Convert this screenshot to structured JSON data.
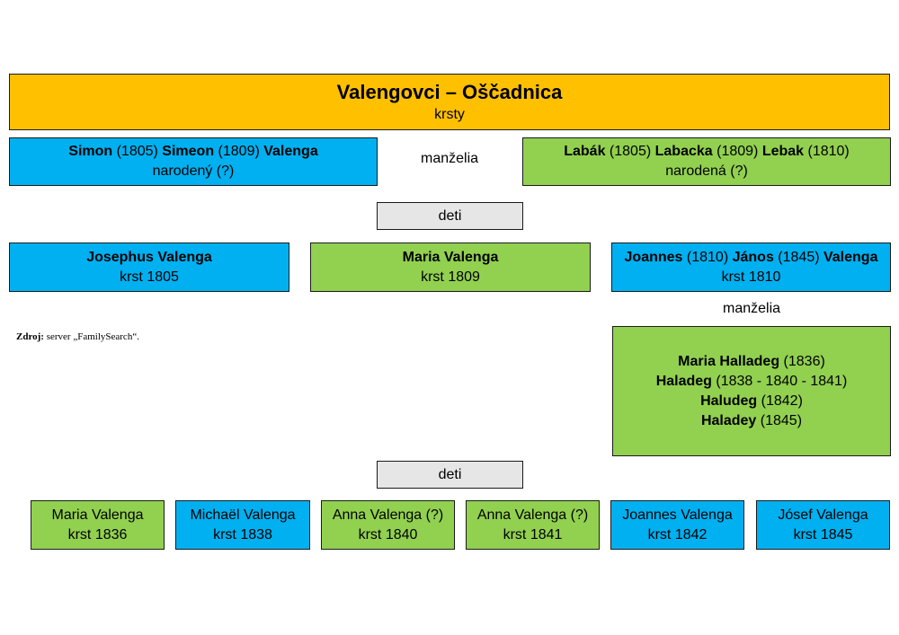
{
  "header": {
    "title": "Valengovci – Oščadnica",
    "subtitle": "krsty"
  },
  "parents": {
    "father": {
      "parts": [
        {
          "t": "Simon",
          "b": true
        },
        {
          "t": " (1805) ",
          "b": false
        },
        {
          "t": "Simeon",
          "b": true
        },
        {
          "t": " (1809) ",
          "b": false
        },
        {
          "t": "Valenga",
          "b": true
        }
      ],
      "note": "narodený (?)"
    },
    "spouses_label": "manželia",
    "mother": {
      "parts": [
        {
          "t": "Labák",
          "b": true
        },
        {
          "t": " (1805) ",
          "b": false
        },
        {
          "t": "Labacka",
          "b": true
        },
        {
          "t": " (1809) ",
          "b": false
        },
        {
          "t": "Lebak",
          "b": true
        },
        {
          "t": " (1810)",
          "b": false
        }
      ],
      "note": "narodená (?)"
    }
  },
  "children_label_1": "deti",
  "children": [
    {
      "parts": [
        {
          "t": "Josephus Valenga",
          "b": true
        }
      ],
      "note": "krst 1805"
    },
    {
      "parts": [
        {
          "t": "Maria Valenga",
          "b": true
        }
      ],
      "note": "krst 1809"
    },
    {
      "parts": [
        {
          "t": "Joannes",
          "b": true
        },
        {
          "t": " (1810) ",
          "b": false
        },
        {
          "t": "János",
          "b": true
        },
        {
          "t": " (1845) ",
          "b": false
        },
        {
          "t": "Valenga",
          "b": true
        }
      ],
      "note": "krst 1810"
    }
  ],
  "spouses_label_2": "manželia",
  "source": {
    "label": "Zdroj:",
    "text": " server „FamilySearch“."
  },
  "wife": {
    "lines": [
      [
        {
          "t": "Maria Halladeg",
          "b": true
        },
        {
          "t": " (1836)",
          "b": false
        }
      ],
      [
        {
          "t": "Haladeg",
          "b": true
        },
        {
          "t": " (1838 - 1840 - 1841)",
          "b": false
        }
      ],
      [
        {
          "t": "Haludeg",
          "b": true
        },
        {
          "t": " (1842)",
          "b": false
        }
      ],
      [
        {
          "t": "Haladey",
          "b": true
        },
        {
          "t": " (1845)",
          "b": false
        }
      ]
    ]
  },
  "children_label_2": "deti",
  "grandchildren": [
    {
      "name": "Maria Valenga",
      "note": "krst 1836",
      "color": "#92d050"
    },
    {
      "name": "Michaël Valenga",
      "note": "krst 1838",
      "color": "#00b0f0"
    },
    {
      "name": "Anna Valenga (?)",
      "note": "krst 1840",
      "color": "#92d050"
    },
    {
      "name": "Anna Valenga (?)",
      "note": "krst 1841",
      "color": "#92d050"
    },
    {
      "name": "Joannes Valenga",
      "note": "krst 1842",
      "color": "#00b0f0"
    },
    {
      "name": "Jósef Valenga",
      "note": "krst 1845",
      "color": "#00b0f0"
    }
  ]
}
